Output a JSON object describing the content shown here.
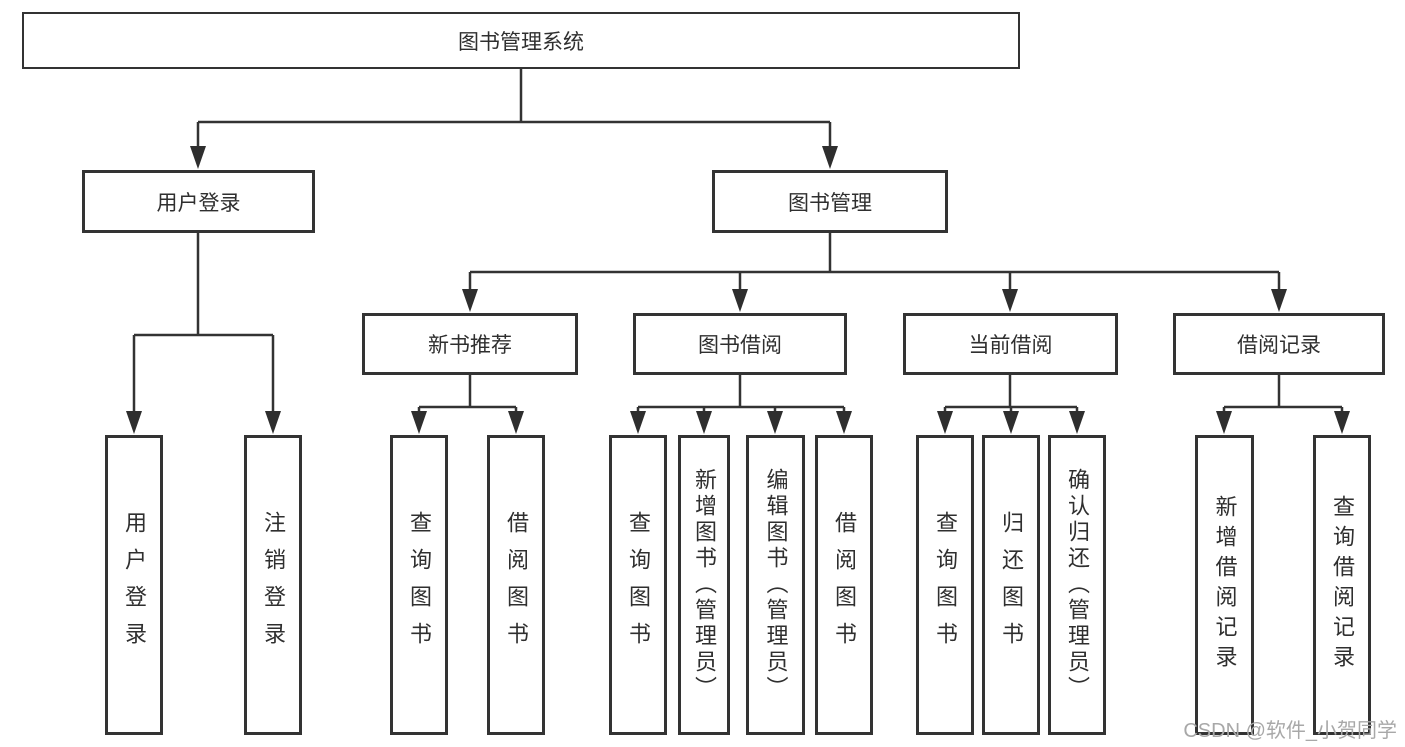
{
  "tree": {
    "root": {
      "label": "图书管理系统"
    },
    "user_login": {
      "label": "用户登录",
      "children": [
        {
          "label": "用户登录"
        },
        {
          "label": "注销登录"
        }
      ]
    },
    "book_management": {
      "label": "图书管理",
      "groups": [
        {
          "label": "新书推荐",
          "children": [
            {
              "label": "查询图书"
            },
            {
              "label": "借阅图书"
            }
          ]
        },
        {
          "label": "图书借阅",
          "children": [
            {
              "label": "查询图书"
            },
            {
              "label": "新增图书（管理员）"
            },
            {
              "label": "编辑图书（管理员）"
            },
            {
              "label": "借阅图书"
            }
          ]
        },
        {
          "label": "当前借阅",
          "children": [
            {
              "label": "查询图书"
            },
            {
              "label": "归还图书"
            },
            {
              "label": "确认归还（管理员）"
            }
          ]
        },
        {
          "label": "借阅记录",
          "children": [
            {
              "label": "新增借阅记录"
            },
            {
              "label": "查询借阅记录"
            }
          ]
        }
      ]
    }
  },
  "watermark": {
    "text": "CSDN @软件_小贺同学"
  },
  "colors": {
    "line": "#333333",
    "arrow": "#2e2e2e",
    "text": "#2f2f2f",
    "border": "#333333",
    "watermark": "#a8a8a8",
    "background": "#ffffff"
  }
}
